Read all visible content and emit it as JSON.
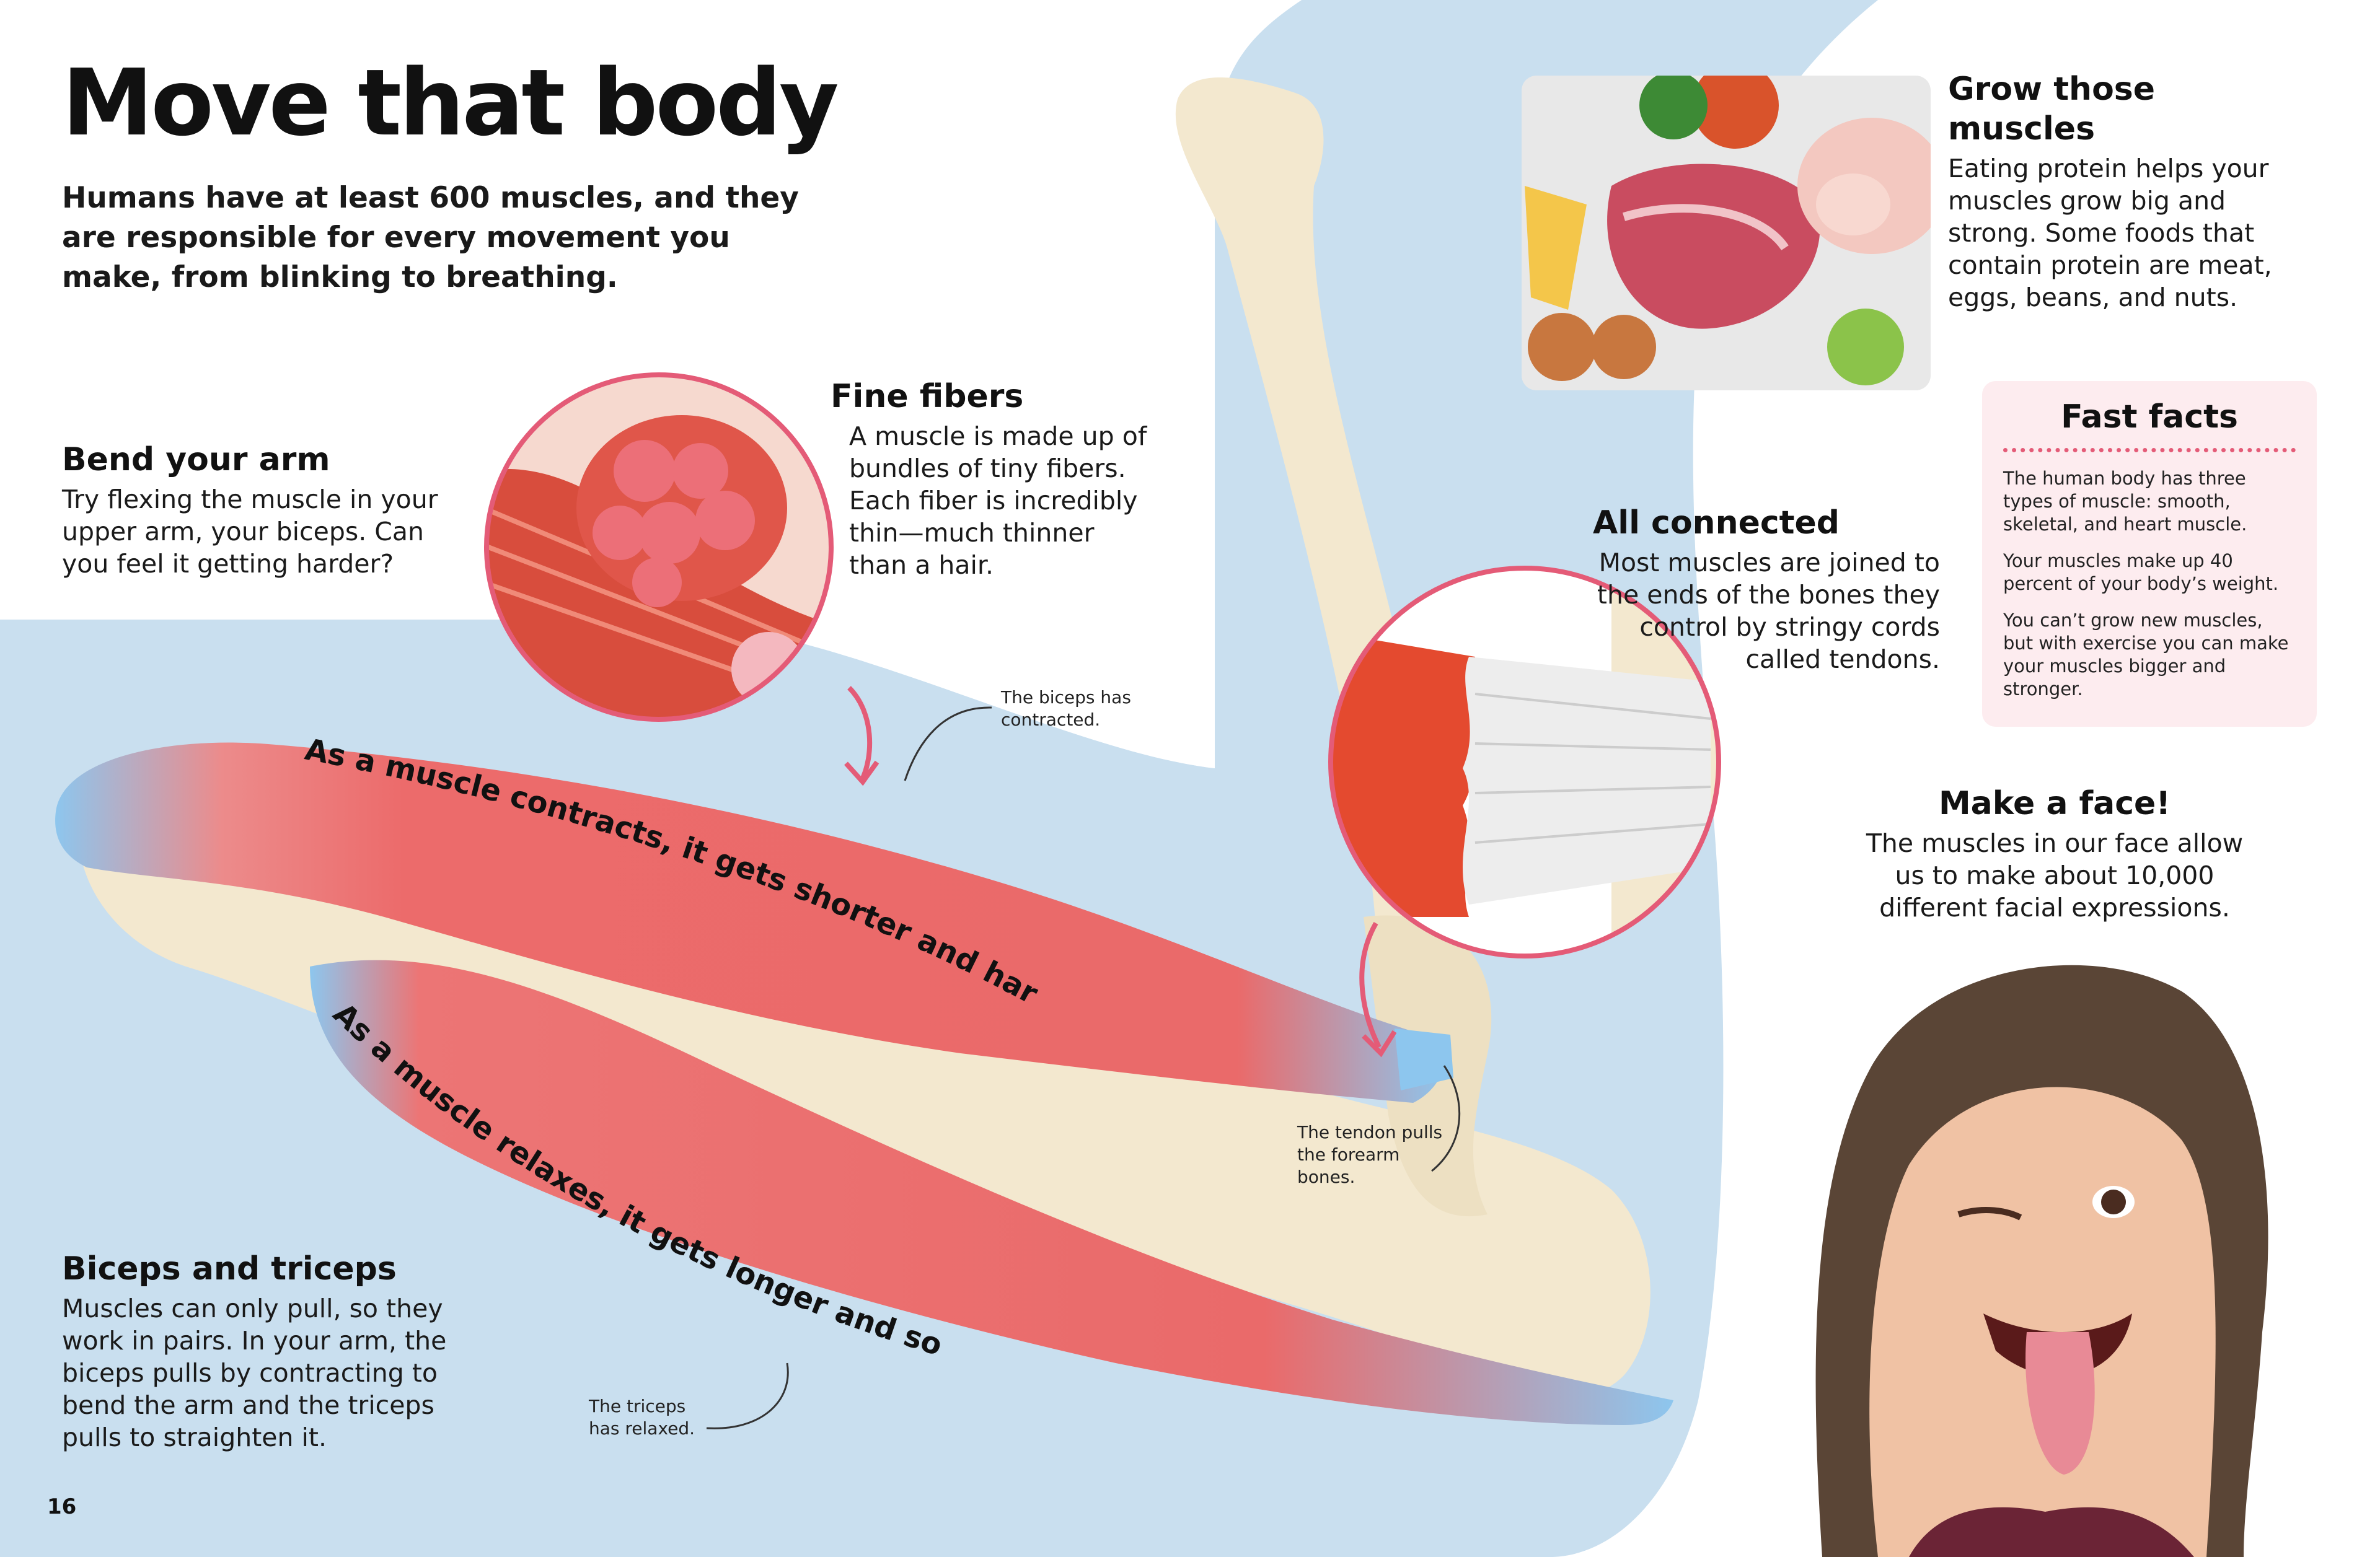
{
  "title": "Move that body",
  "intro": "Humans have at least 600 muscles, and they are responsible for every movement you make, from blinking to breathing.",
  "bend": {
    "heading": "Bend your arm",
    "text": "Try flexing the muscle in your upper arm, your biceps. Can you feel it getting harder?"
  },
  "fibers": {
    "heading": "Fine fibers",
    "text": "A muscle is made up of bundles of tiny fibers. Each fiber is incredibly thin—much thinner than a hair."
  },
  "connected": {
    "heading": "All connected",
    "text": "Most muscles are joined to the ends of the bones they control by stringy cords called tendons."
  },
  "grow": {
    "heading": "Grow those muscles",
    "text": "Eating protein helps your muscles grow big and strong. Some foods that contain protein are meat, eggs, beans, and nuts."
  },
  "fast_facts": {
    "heading": "Fast facts",
    "items": [
      "The human body has three types of muscle: smooth, skeletal, and heart muscle.",
      "Your muscles make up 40 percent of your body’s weight.",
      "You can’t grow new muscles, but with exercise you can make your muscles bigger and stronger."
    ]
  },
  "face": {
    "heading": "Make a face!",
    "text": "The muscles in our face allow us to make about 10,000 different facial expressions."
  },
  "biceps_triceps": {
    "heading": "Biceps and triceps",
    "text": "Muscles can only pull, so they work in pairs. In your arm, the biceps pulls by contracting to bend the arm and the triceps pulls to straighten it."
  },
  "labels": {
    "contracts": "As a muscle contracts, it gets shorter and harder.",
    "relaxes": "As a muscle relaxes, it gets longer and softer.",
    "biceps_contracted": "The biceps has contracted.",
    "tendon_pulls": "The tendon pulls the forearm bones.",
    "triceps_relaxed": "The triceps has relaxed."
  },
  "page_number": "16",
  "colors": {
    "arm_blue": "#c9dfef",
    "bone": "#f3e8cf",
    "muscle": "#ec6b6b",
    "tendon": "#8dc6ee",
    "accent_pink": "#e45b77",
    "fast_facts_bg": "#fdecef"
  }
}
